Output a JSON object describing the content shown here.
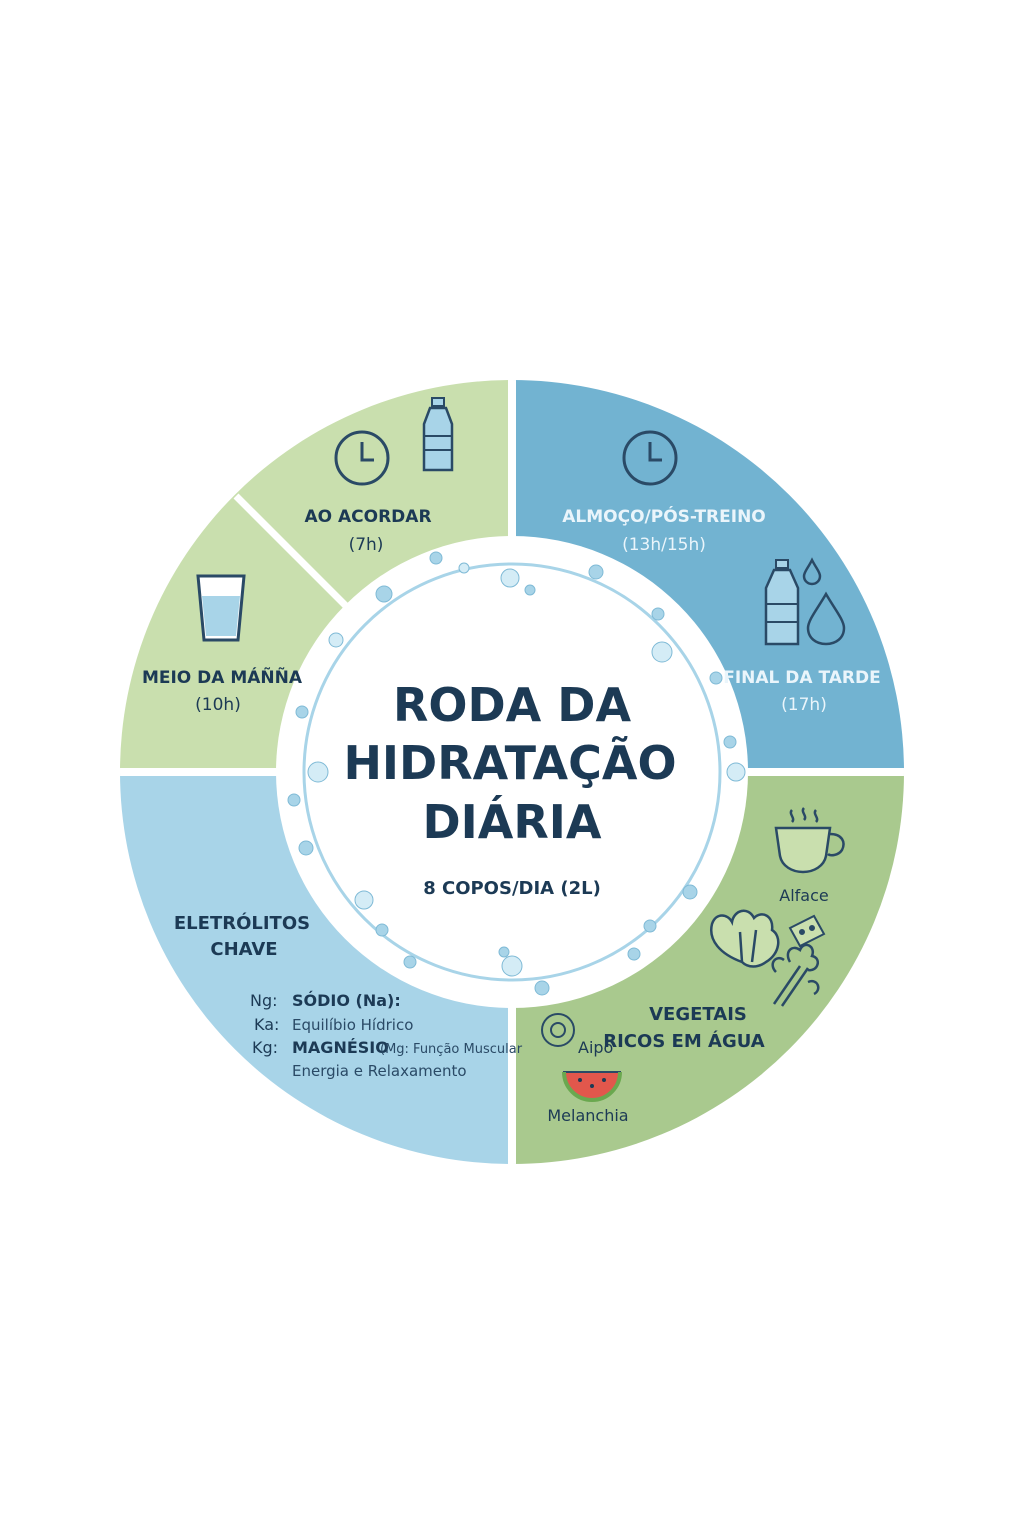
{
  "title": {
    "line1": "RODA DA",
    "line2": "HIDRATAÇÃO",
    "line3": "DIÁRIA",
    "subtitle": "8 COPOS/DIA (2L)"
  },
  "segments": {
    "ao_acordar": {
      "label": "AO ACORDAR",
      "time": "(7h)"
    },
    "meio_da_manha": {
      "label": "MEIO DA MÁÑÑA",
      "time": "(10h)"
    },
    "almoco": {
      "label": "ALMOÇO/PÓS-TREINO",
      "time": "(13h/15h)"
    },
    "final_da_tarde": {
      "label": "FINAL DA TARDE",
      "time": "(17h)"
    },
    "eletrolitos": {
      "label_line1": "ELETRÓLITOS",
      "label_line2": "CHAVE",
      "items": [
        {
          "symbol": "Ng:",
          "name": "SÓDIO (Na):",
          "desc": ""
        },
        {
          "symbol": "Ka:",
          "name": "",
          "desc": "Equilíbio Hídrico"
        },
        {
          "symbol": "Kg:",
          "name": "MAGNÉSIO",
          "desc": "(Mg: Função Muscular"
        },
        {
          "symbol": "",
          "name": "",
          "desc": "Energia e Relaxamento"
        }
      ]
    },
    "vegetais": {
      "label_line1": "VEGETAIS",
      "label_line2": "RICOS EM ÁGUA",
      "items": {
        "alface": "Alface",
        "aipo": "Aipo",
        "melancia": "Melanchia"
      }
    }
  },
  "colors": {
    "light_green": "#c9dfae",
    "medium_green": "#a9c98e",
    "medium_blue": "#72b3d1",
    "light_blue": "#a8d4e8",
    "dark_navy": "#1c3a55",
    "icon_navy": "#2a4a66"
  },
  "icons": [
    "clock-icon",
    "water-bottle-icon",
    "water-glass-icon",
    "water-drop-icon",
    "tea-cup-icon",
    "lettuce-icon",
    "celery-icon",
    "watermelon-icon",
    "cucumber-icon"
  ]
}
